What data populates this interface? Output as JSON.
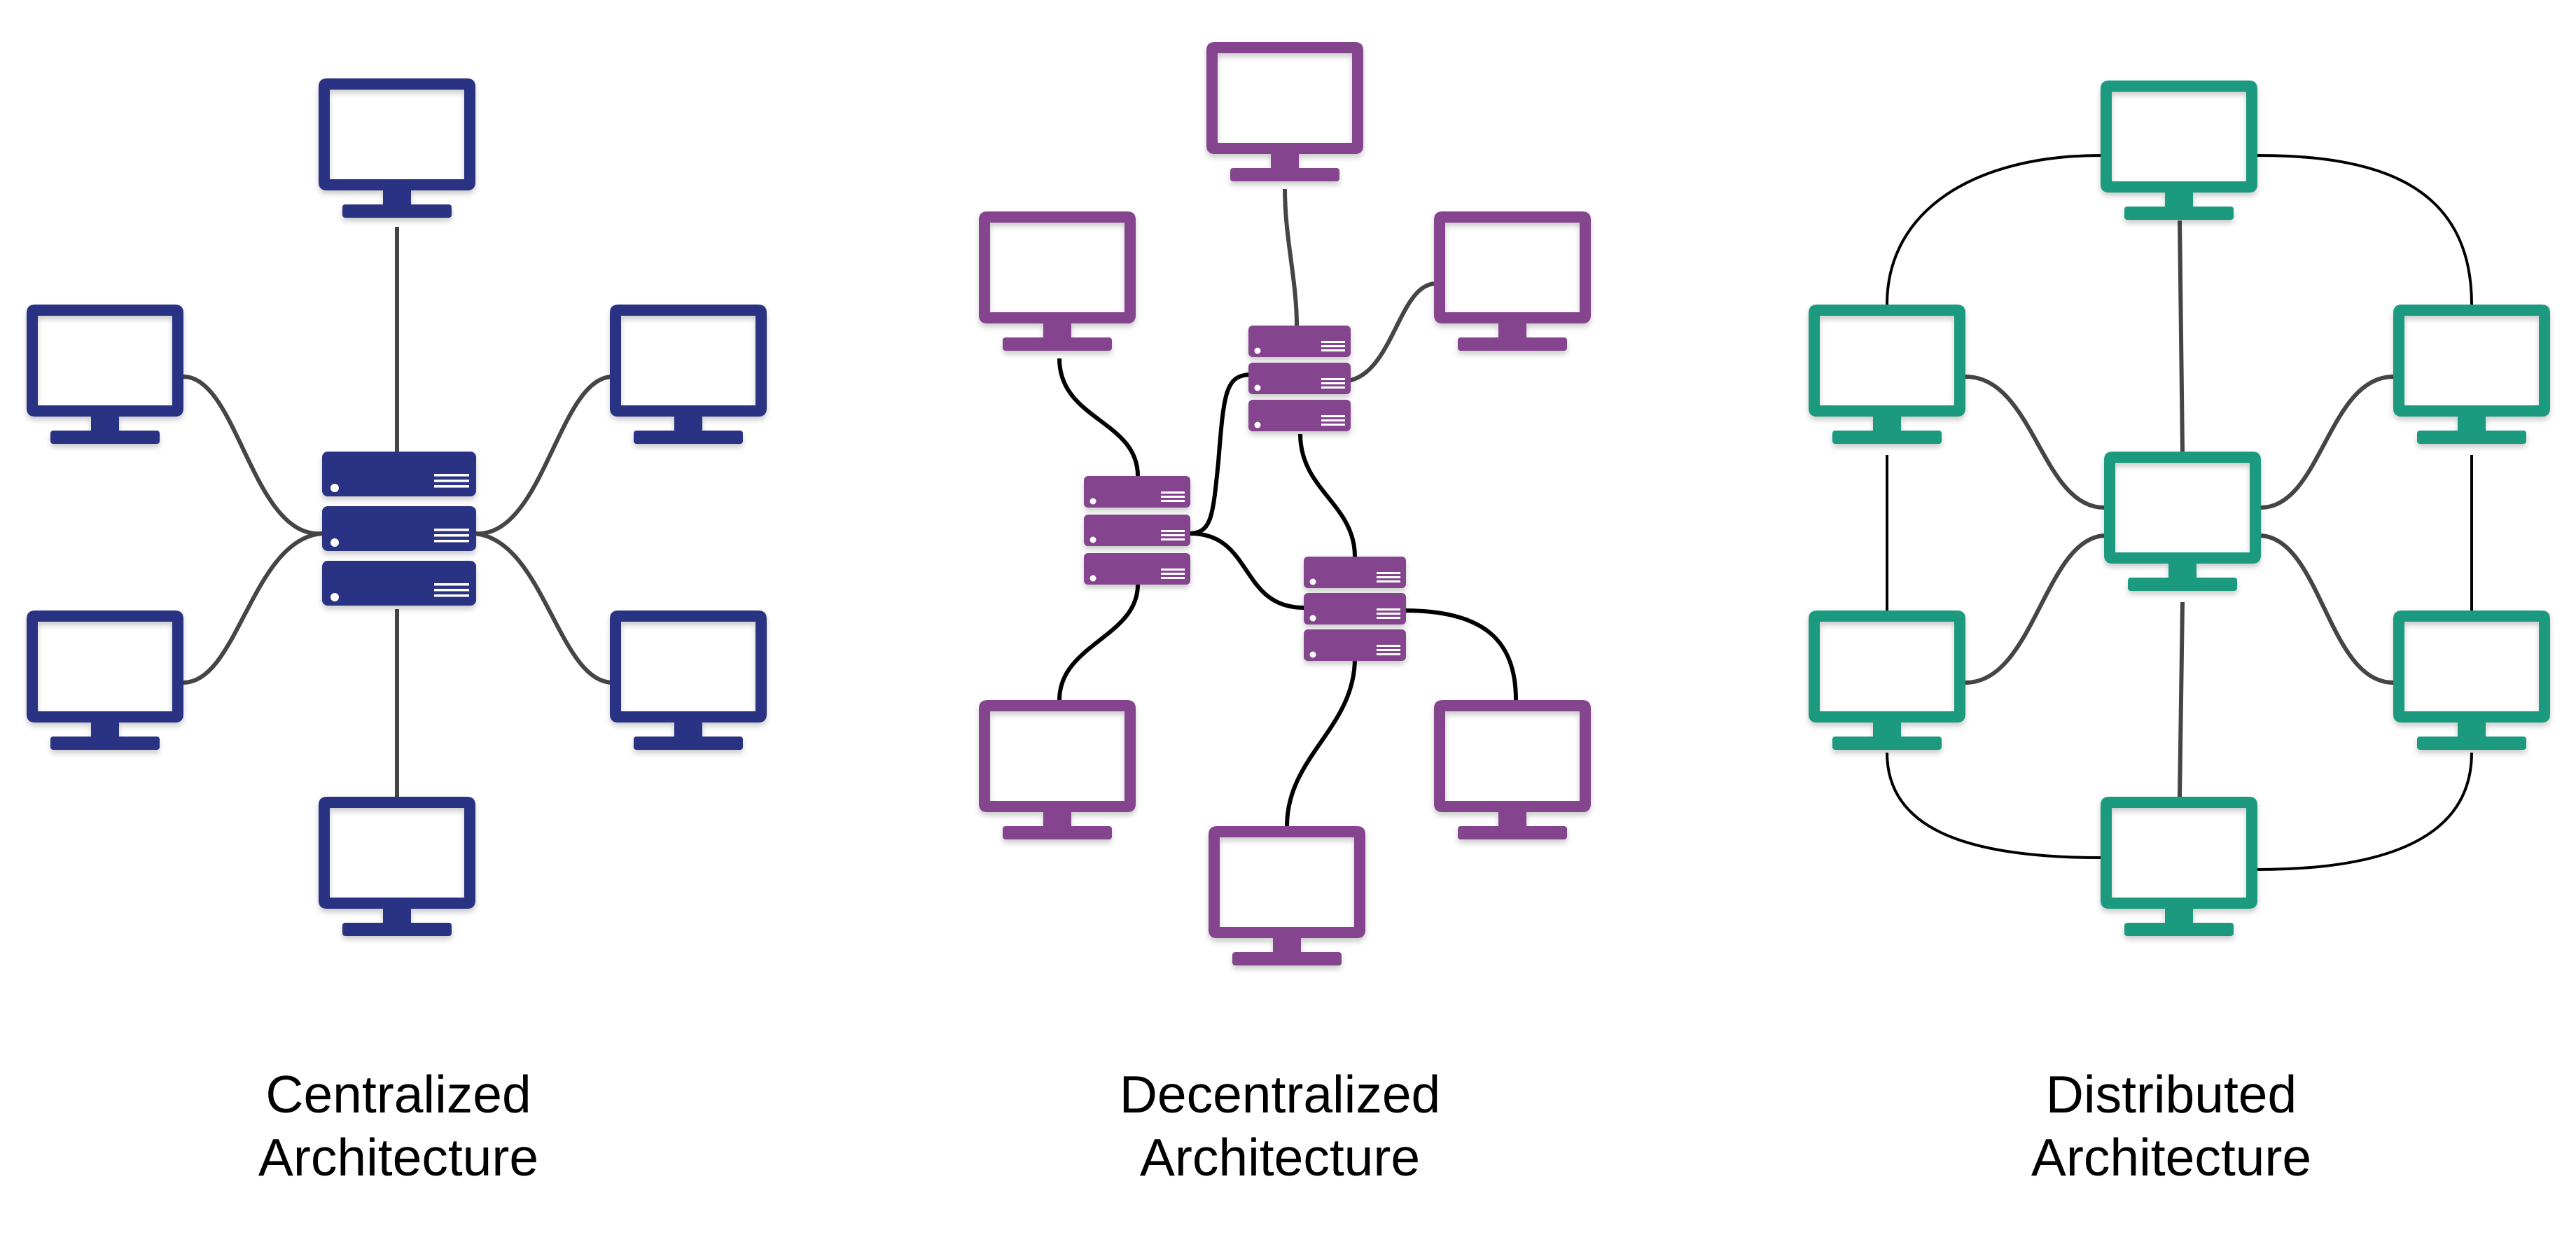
{
  "colors": {
    "centralized": "#2b3383",
    "decentralized": "#84458e",
    "distributed": "#1f9a80",
    "link_gray": "#454545",
    "link_black": "#000000"
  },
  "icons": {
    "computer": "monitor-icon",
    "server": "server-rack-icon"
  },
  "panels": {
    "centralized": {
      "line1": "Centralized",
      "line2": "Architecture"
    },
    "decentralized": {
      "line1": "Decentralized",
      "line2": "Architecture"
    },
    "distributed": {
      "line1": "Distributed",
      "line2": "Architecture"
    }
  }
}
